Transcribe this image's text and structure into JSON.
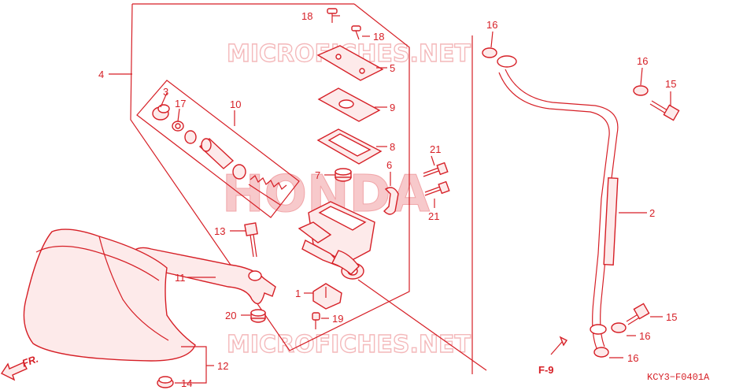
{
  "watermarks": {
    "top": "MICROFICHES.NET",
    "center": "HONDA",
    "bottom": "MICROFICHES.NET"
  },
  "diagram_code": "KCY3−F0401A",
  "direction_marker": "FR.",
  "reference_marker": "F-9",
  "callouts": {
    "c1": "1",
    "c2": "2",
    "c3": "3",
    "c4": "4",
    "c5": "5",
    "c6": "6",
    "c7": "7",
    "c8": "8",
    "c9": "9",
    "c10": "10",
    "c11": "11",
    "c12": "12",
    "c13": "13",
    "c14": "14",
    "c15a": "15",
    "c15b": "15",
    "c16a": "16",
    "c16b": "16",
    "c16c": "16",
    "c16d": "16",
    "c17": "17",
    "c18a": "18",
    "c18b": "18",
    "c19": "19",
    "c20": "20",
    "c21a": "21",
    "c21b": "21"
  },
  "colors": {
    "line": "#d61f26",
    "watermark": "#f4b9bb"
  }
}
